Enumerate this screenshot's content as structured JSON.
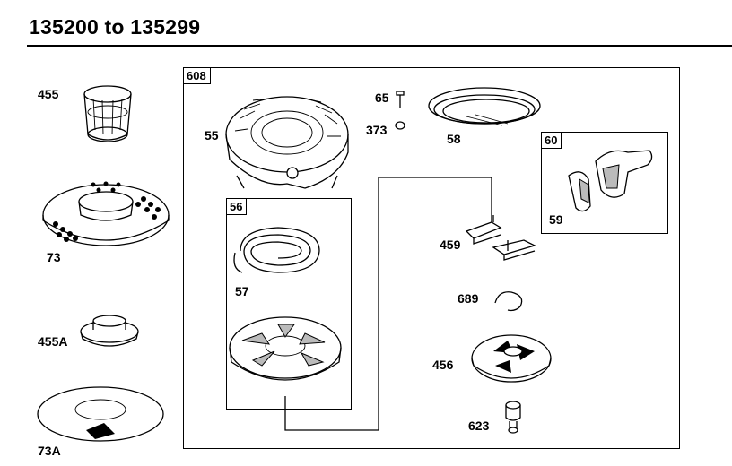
{
  "header": {
    "title": "135200 to 135299"
  },
  "groups": [
    {
      "id": "grp-608",
      "tag": "608"
    },
    {
      "id": "grp-56",
      "tag": "56"
    },
    {
      "id": "grp-60",
      "tag": "60"
    }
  ],
  "parts": {
    "p455": "455",
    "p73": "73",
    "p455A": "455A",
    "p73A": "73A",
    "p55": "55",
    "p65": "65",
    "p373": "373",
    "p58": "58",
    "p57": "57",
    "p459": "459",
    "p689": "689",
    "p456": "456",
    "p623": "623",
    "p59": "59"
  }
}
